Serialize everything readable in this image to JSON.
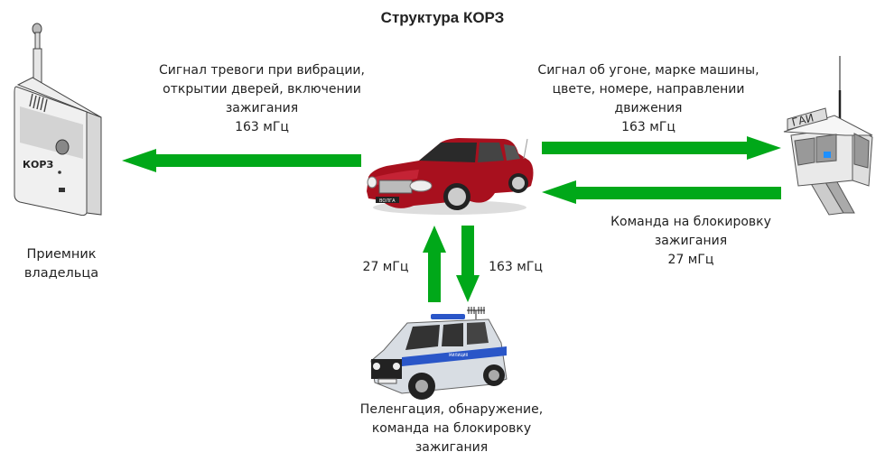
{
  "title": "Структура КОРЗ",
  "nodes": {
    "receiver": {
      "device_label": "КОРЗ",
      "caption": [
        "Приемник",
        "владельца"
      ]
    },
    "car": {
      "plate": "ВОЛГА"
    },
    "gai_post": {
      "sign": "ГАИ"
    },
    "police_car": {
      "side_text": "МИЛИЦИЯ",
      "caption": [
        "Пеленгация, обнаружение,",
        "команда на блокировку",
        "зажигания"
      ]
    }
  },
  "links": {
    "car_to_receiver": {
      "lines": [
        "Сигнал тревоги при вибрации,",
        "открытии дверей, включении",
        "зажигания",
        "163 мГц"
      ]
    },
    "car_to_gai": {
      "lines": [
        "Сигнал об угоне, марке машины,",
        "цвете, номере, направлении",
        "движения",
        "163 мГц"
      ]
    },
    "gai_to_car": {
      "lines": [
        "Команда на блокировку",
        "зажигания",
        "27 мГц"
      ]
    },
    "police_to_car": {
      "label": "27 мГц"
    },
    "car_to_police": {
      "label": "163 мГц"
    }
  },
  "colors": {
    "arrow": "#00a819",
    "car_body": "#a8101e",
    "police_stripe": "#2a56c8",
    "gai_window": "#1e90ff"
  }
}
